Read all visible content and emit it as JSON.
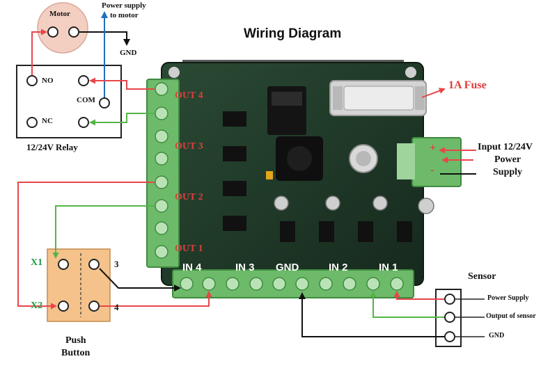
{
  "title": "Wiring Diagram",
  "motor": {
    "label": "Motor",
    "power_supply_line1": "Power supply",
    "power_supply_line2": "to motor",
    "gnd": "GND"
  },
  "relay": {
    "caption": "12/24V Relay",
    "no": "NO",
    "nc": "NC",
    "com": "COM"
  },
  "board": {
    "outputs": [
      "OUT 4",
      "OUT 3",
      "OUT 2",
      "OUT 1"
    ],
    "inputs": [
      "IN 4",
      "IN 3",
      "GND",
      "IN 2",
      "IN 1"
    ]
  },
  "fuse": "1A Fuse",
  "power_input": {
    "line1": "Input 12/24V",
    "line2": "Power",
    "line3": "Supply",
    "plus": "+",
    "minus": "-"
  },
  "push_button": {
    "x1": "X1",
    "x2": "X2",
    "pin3": "3",
    "pin4": "4",
    "caption_line1": "Push",
    "caption_line2": "Button"
  },
  "sensor": {
    "title": "Sensor",
    "pins": [
      "Power Supply",
      "Output of sensor",
      "GND"
    ]
  },
  "colors": {
    "wire_red": "#e8454a",
    "wire_green": "#55b447",
    "wire_blue": "#1f6fb8",
    "wire_black": "#111111",
    "board": "#1e3b2a",
    "terminal": "#6dbb6a"
  }
}
